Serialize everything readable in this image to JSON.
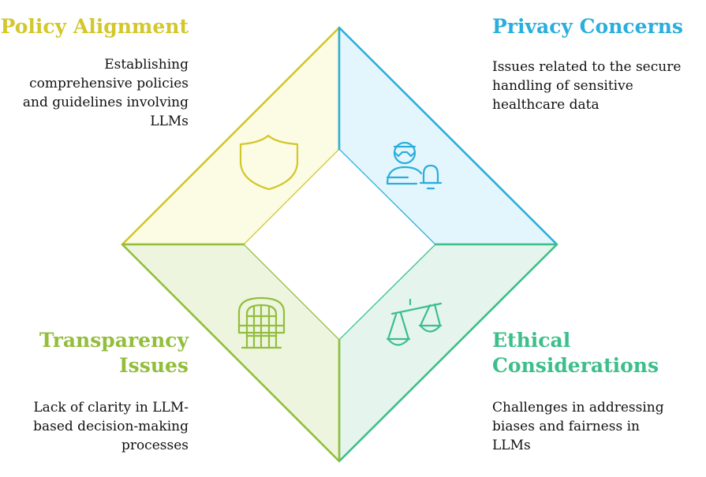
{
  "colors": {
    "policy": "#d2c72b",
    "privacy": "#2aaedc",
    "ethical": "#3cbf8a",
    "transparency": "#93be3c",
    "policy_fill": "#fcfbe3",
    "privacy_fill": "#e4f6fd",
    "ethical_fill": "#e5f5ee",
    "transparency_fill": "#eef5df"
  },
  "quadrants": {
    "policy": {
      "title": "Policy Alignment",
      "description": [
        "Establishing",
        "comprehensive policies",
        "and guidelines involving",
        "LLMs"
      ],
      "icon": "shield-icon"
    },
    "privacy": {
      "title": "Privacy Concerns",
      "description": [
        "Issues related to the secure",
        "handling of sensitive",
        "healthcare data"
      ],
      "icon": "user-bell-icon"
    },
    "transparency": {
      "title": [
        "Transparency",
        "Issues"
      ],
      "description": [
        "Lack of clarity in LLM-",
        "based decision-making",
        "processes"
      ],
      "icon": "window-icon"
    },
    "ethical": {
      "title": [
        "Ethical",
        "Considerations"
      ],
      "description": [
        "Challenges in addressing",
        "biases and fairness in",
        "LLMs"
      ],
      "icon": "scales-icon"
    }
  }
}
